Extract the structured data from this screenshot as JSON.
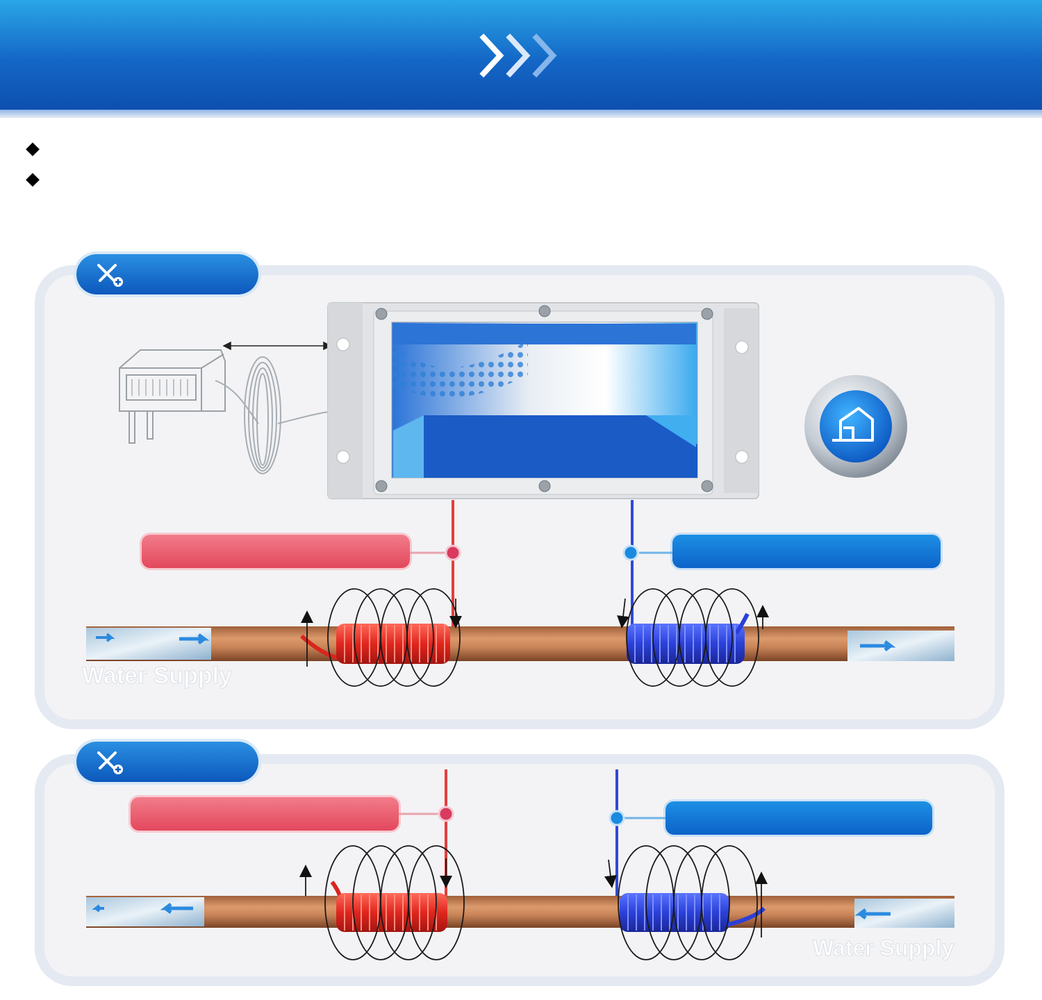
{
  "header": {
    "chevron_color": "#ffffff"
  },
  "bullets": [
    {
      "text": ""
    },
    {
      "text": ""
    }
  ],
  "panels": [
    {
      "badge_icon": "tools-plus-icon",
      "badge_label": "",
      "hot_label": "",
      "cold_label": "",
      "has_device": true,
      "device_icon": "house-icon",
      "water_flow": "right",
      "water_label": "Water Supply"
    },
    {
      "badge_icon": "tools-plus-icon",
      "badge_label": "",
      "hot_label": "",
      "cold_label": "",
      "has_device": false,
      "water_flow": "left",
      "water_label": "Water Supply"
    }
  ],
  "colors": {
    "red_wire": "#e53d3d",
    "blue_wire": "#2f49d8",
    "pipe": "#c98458",
    "accent_blue": "#0d5fc4"
  }
}
